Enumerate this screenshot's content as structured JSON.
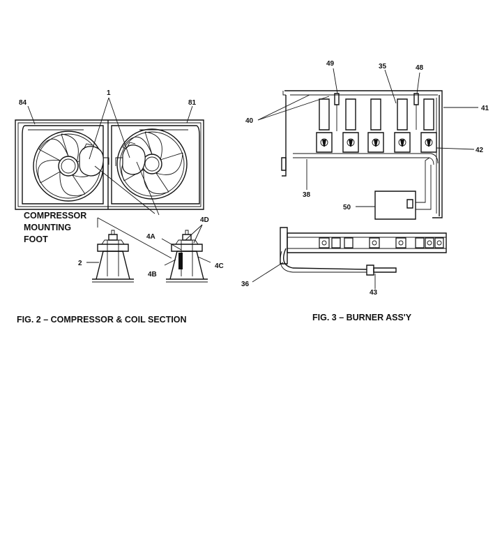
{
  "figure2": {
    "caption": "FIG. 2 – COMPRESSOR & COIL SECTION",
    "callouts": {
      "c1": "1",
      "c84": "84",
      "c81": "81",
      "c2": "2",
      "c4A": "4A",
      "c4B": "4B",
      "c4C": "4C",
      "c4D": "4D"
    },
    "note_lines": [
      "COMPRESSOR",
      "MOUNTING",
      "FOOT"
    ]
  },
  "figure3": {
    "caption": "FIG. 3 – BURNER ASS'Y",
    "callouts": {
      "c49": "49",
      "c35": "35",
      "c48": "48",
      "c40": "40",
      "c41": "41",
      "c42": "42",
      "c38": "38",
      "c50": "50",
      "c36": "36",
      "c43": "43"
    }
  }
}
